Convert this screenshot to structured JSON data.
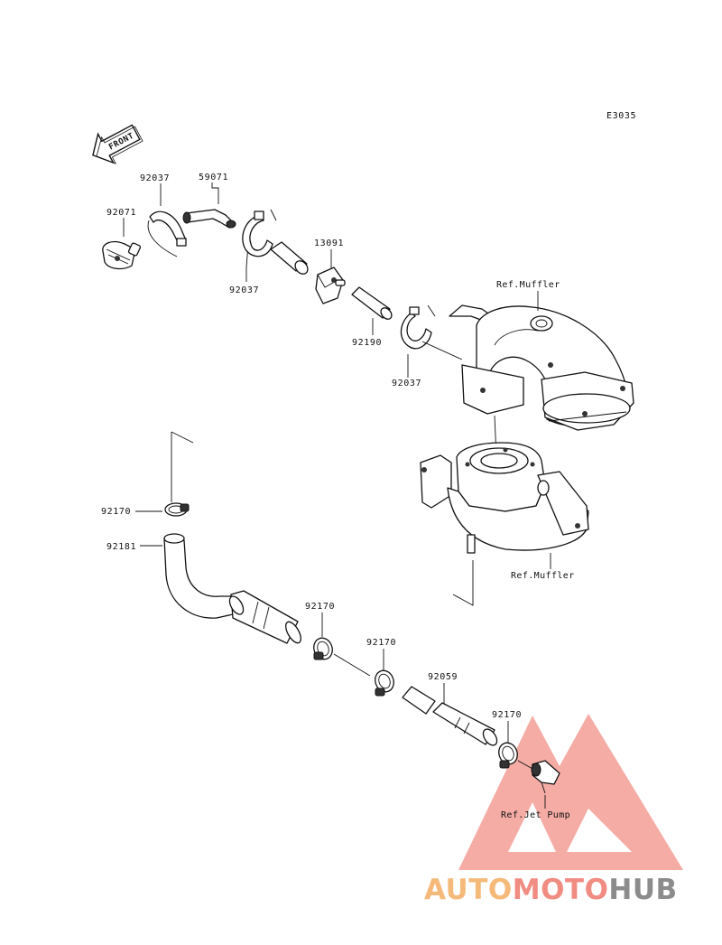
{
  "diagram_code": "E3035",
  "front_label": "FRONT",
  "parts": [
    {
      "id": "p1",
      "number": "92037"
    },
    {
      "id": "p2",
      "number": "59071"
    },
    {
      "id": "p3",
      "number": "92071"
    },
    {
      "id": "p4",
      "number": "92037"
    },
    {
      "id": "p5",
      "number": "13091"
    },
    {
      "id": "p6",
      "number": "92190"
    },
    {
      "id": "p7",
      "number": "92037"
    },
    {
      "id": "p8",
      "number": "92170"
    },
    {
      "id": "p9",
      "number": "92181"
    },
    {
      "id": "p10",
      "number": "92170"
    },
    {
      "id": "p11",
      "number": "92170"
    },
    {
      "id": "p12",
      "number": "92059"
    },
    {
      "id": "p13",
      "number": "92170"
    }
  ],
  "references": {
    "muffler_top": "Ref.Muffler",
    "muffler_bottom": "Ref.Muffler",
    "jet_pump": "Ref.Jet Pump"
  },
  "watermark": {
    "part1": "AUTO",
    "part2": "MOTO",
    "part3": "HUB",
    "color1": "#f5b97a",
    "color2": "#f08c82",
    "color3": "#8c8c8c",
    "triangle_color": "#f08c82"
  }
}
